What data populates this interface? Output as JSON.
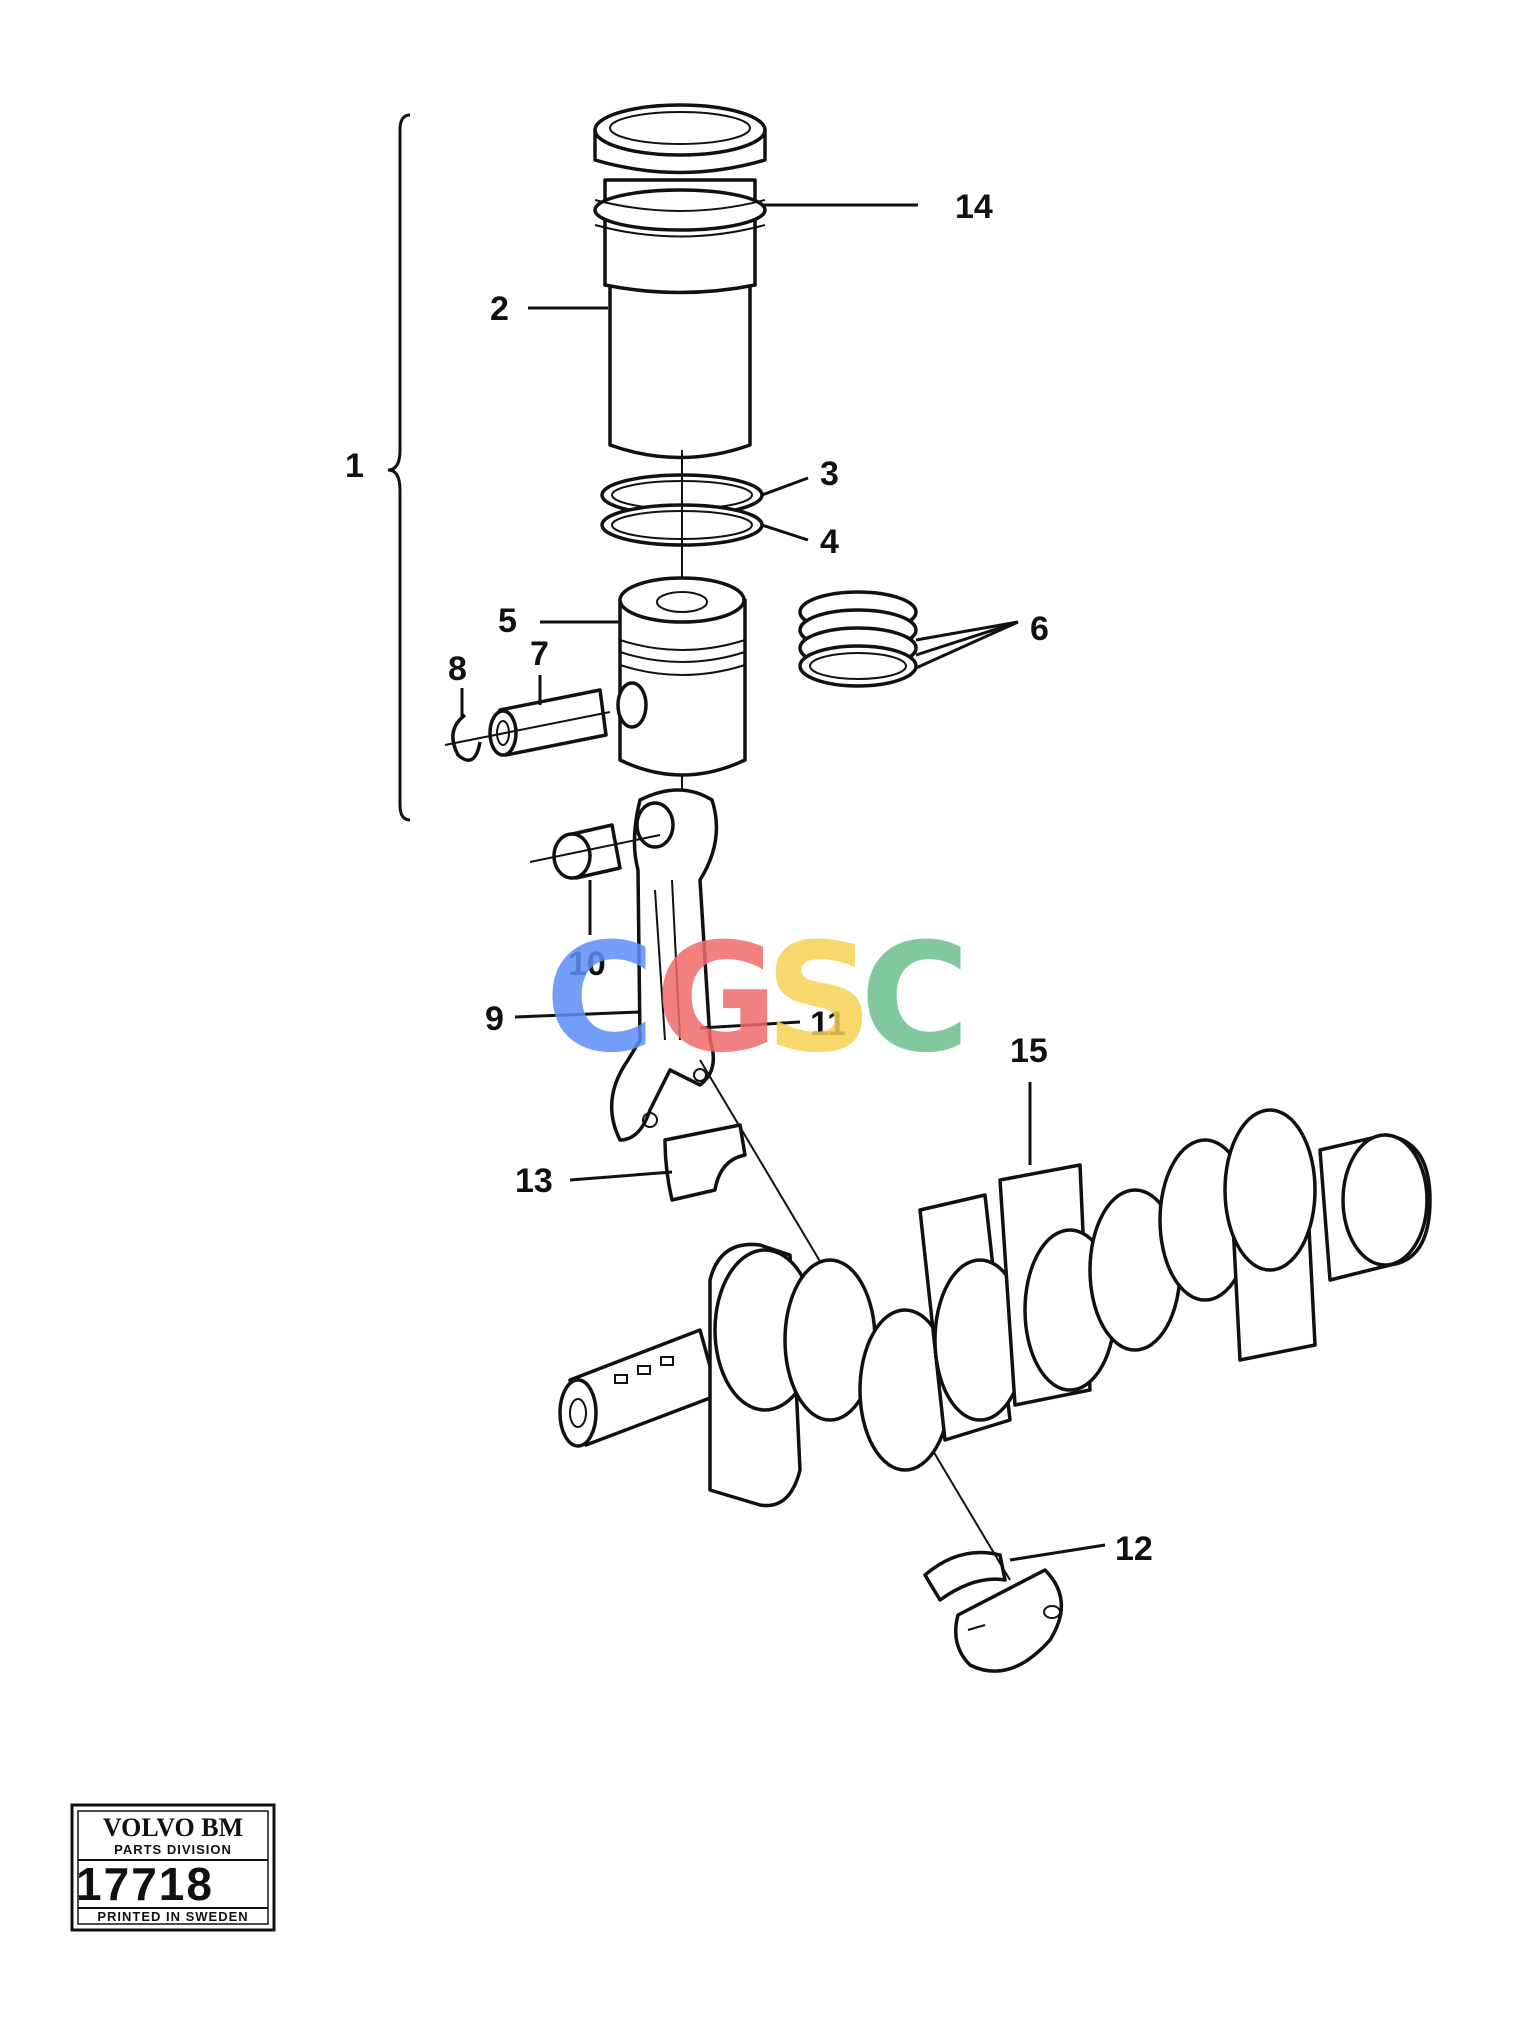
{
  "diagram": {
    "callouts": [
      {
        "id": "1",
        "label": "1"
      },
      {
        "id": "2",
        "label": "2"
      },
      {
        "id": "3",
        "label": "3"
      },
      {
        "id": "4",
        "label": "4"
      },
      {
        "id": "5",
        "label": "5"
      },
      {
        "id": "6",
        "label": "6"
      },
      {
        "id": "7",
        "label": "7"
      },
      {
        "id": "8",
        "label": "8"
      },
      {
        "id": "9",
        "label": "9"
      },
      {
        "id": "10",
        "label": "10"
      },
      {
        "id": "11",
        "label": "11"
      },
      {
        "id": "12",
        "label": "12"
      },
      {
        "id": "13",
        "label": "13"
      },
      {
        "id": "14",
        "label": "14"
      },
      {
        "id": "15",
        "label": "15"
      }
    ],
    "watermark": {
      "letters": [
        "C",
        "G",
        "S",
        "C"
      ],
      "colors": [
        "#5b8ff9",
        "#f06b6b",
        "#f7d154",
        "#6dbf8f"
      ]
    },
    "stamp": {
      "brand": "VOLVO BM",
      "division": "PARTS DIVISION",
      "number": "17718",
      "printed": "PRINTED IN SWEDEN"
    }
  }
}
